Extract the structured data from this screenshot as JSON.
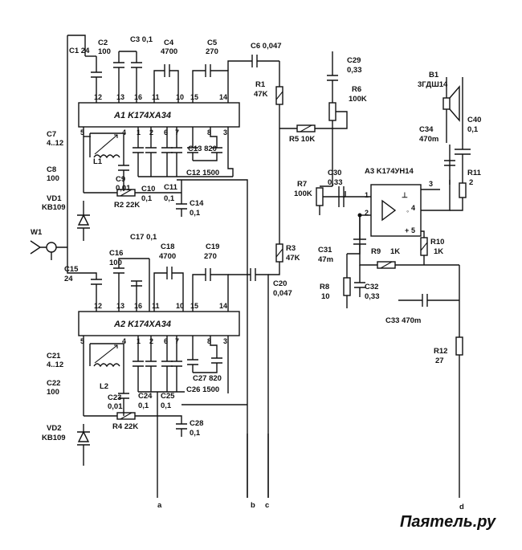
{
  "chips": {
    "a1": "A1  K174XA34",
    "a2": "A2  K174XA34",
    "a3": "A3  K174УН14"
  },
  "pins": {
    "a1_top": [
      "12",
      "13",
      "16",
      "11",
      "10",
      "15",
      "14"
    ],
    "a1_bot": [
      "5",
      "4",
      "1",
      "2",
      "6",
      "7",
      "8",
      "3"
    ],
    "a2_top": [
      "12",
      "13",
      "16",
      "11",
      "10",
      "15",
      "14"
    ],
    "a2_bot": [
      "5",
      "4",
      "1",
      "2",
      "6",
      "7",
      "8",
      "3"
    ],
    "a3": [
      "1",
      "2",
      "3",
      "4",
      "5"
    ]
  },
  "labels": {
    "c1": "C1 24",
    "c2": "C2",
    "c2v": "100",
    "c3": "C3 0,1",
    "c4": "C4",
    "c4v": "4700",
    "c5": "C5",
    "c5v": "270",
    "c6": "C6 0,047",
    "r1": "R1",
    "r1v": "47K",
    "c7": "C7",
    "c7v": "4..12",
    "c8": "C8",
    "c8v": "100",
    "vd1": "VD1",
    "vd1v": "KB109",
    "l1": "L1",
    "c9": "C9",
    "c9v": "0,01",
    "c10": "C10",
    "c10v": "0,1",
    "c11": "C11",
    "c11v": "0,1",
    "c12": "C12 1500",
    "c13": "C13 820",
    "r2": "R2 22K",
    "c14": "C14",
    "c14v": "0,1",
    "c29": "C29",
    "c29v": "0,33",
    "r6": "R6",
    "r6v": "100K",
    "r5": "R5 10K",
    "b1": "B1",
    "b1v": "3ГДШ14",
    "c34": "C34",
    "c34v": "470m",
    "c40": "C40",
    "c40v": "0,1",
    "r11": "R11",
    "r11v": "2",
    "r7": "R7",
    "r7v": "100K",
    "c30": "C30",
    "c30v": "0,33",
    "w1": "W1",
    "c15": "C15",
    "c15v": "24",
    "c16": "C16",
    "c16v": "100",
    "c17": "C17 0,1",
    "c18": "C18",
    "c18v": "4700",
    "c19": "C19",
    "c19v": "270",
    "r3": "R3",
    "r3v": "47K",
    "c20": "C20",
    "c20v": "0,047",
    "c31": "C31",
    "c31v": "47m",
    "r9": "R9",
    "r9v": "1K",
    "r10": "R10",
    "r10v": "1K",
    "r8": "R8",
    "r8v": "10",
    "c32": "C32",
    "c32v": "0,33",
    "c33": "C33 470m",
    "c21": "C21",
    "c21v": "4..12",
    "l2": "L2",
    "c22": "C22",
    "c22v": "100",
    "vd2": "VD2",
    "vd2v": "KB109",
    "c23": "C23",
    "c23v": "0,01",
    "c24": "C24",
    "c24v": "0,1",
    "c25": "C25",
    "c25v": "0,1",
    "c26": "C26 1500",
    "c27": "C27 820",
    "r4": "R4 22K",
    "c28": "C28",
    "c28v": "0,1",
    "r12": "R12",
    "r12v": "27",
    "out_a": "a",
    "out_b": "b",
    "out_c": "c",
    "out_d": "d"
  },
  "watermark": "Паяmель.ру"
}
